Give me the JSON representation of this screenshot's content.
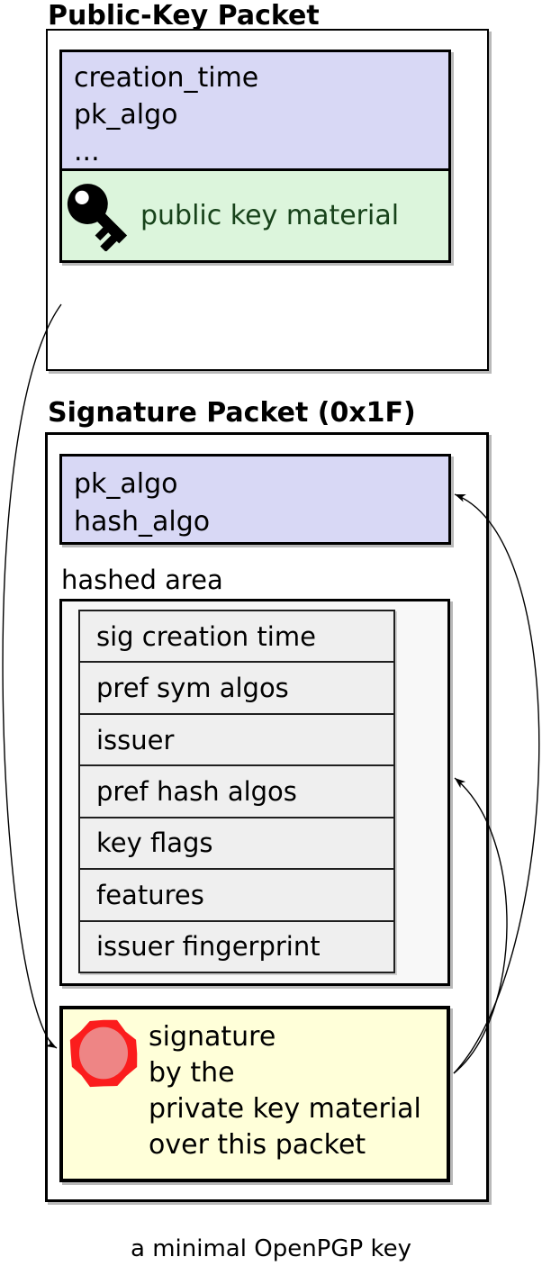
{
  "diagram": {
    "caption": "a minimal OpenPGP key"
  },
  "public_key_packet": {
    "title": "Public-Key Packet",
    "fields": [
      "creation_time",
      "pk_algo",
      "..."
    ],
    "material": {
      "label": "public key material",
      "icon": "key-icon"
    }
  },
  "signature_packet": {
    "title": "Signature Packet (0x1F)",
    "fields": [
      "pk_algo",
      "hash_algo"
    ],
    "hashed_area": {
      "label": "hashed area",
      "subpackets": [
        "sig creation time",
        "pref sym algos",
        "issuer",
        "pref hash algos",
        "key flags",
        "features",
        "issuer fingerprint"
      ]
    },
    "signature": {
      "icon": "seal-icon",
      "lines": [
        "signature",
        "by the",
        "private key material",
        "over this packet"
      ]
    }
  },
  "colors": {
    "field_box": "#d8d8f5",
    "material_box": "#dcf5dc",
    "material_text": "#17421a",
    "signature_box": "#ffffd9",
    "hashed_area_bg": "#f8f8f8",
    "subpacket_row_bg": "#efefef",
    "seal_ring": "#fb1d1d",
    "seal_fill": "#ee8585",
    "arrow": "#000000",
    "border": "#000000"
  }
}
